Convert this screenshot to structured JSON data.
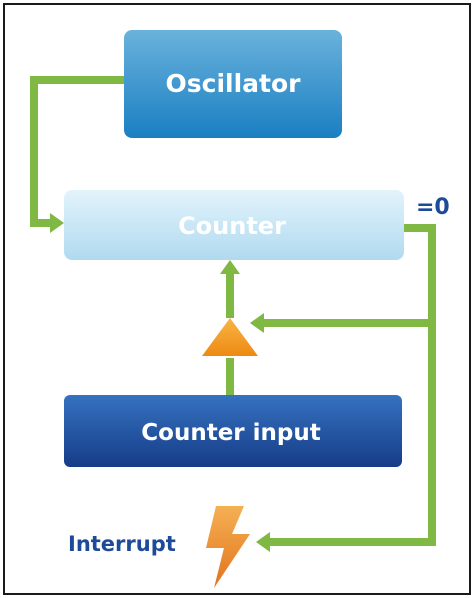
{
  "nodes": {
    "oscillator": "Oscillator",
    "counter": "Counter",
    "counter_input": "Counter input"
  },
  "labels": {
    "zero": "=0",
    "interrupt": "Interrupt"
  },
  "icons": {
    "amplifier": "triangle-amplifier-icon",
    "interrupt": "lightning-bolt-icon"
  },
  "colors": {
    "wire": "#7fb843",
    "oscillator_top": "#6ab2dc",
    "oscillator_bottom": "#1a7fc2",
    "counter_top": "#d9eef9",
    "counter_bottom": "#b3dcf1",
    "counter_input_top": "#2f67b5",
    "counter_input_bottom": "#173f8c",
    "amplifier": "#f39a1e",
    "bolt": "#e98a22",
    "label_blue": "#1d4a99",
    "frame": "#1a1a1a"
  }
}
